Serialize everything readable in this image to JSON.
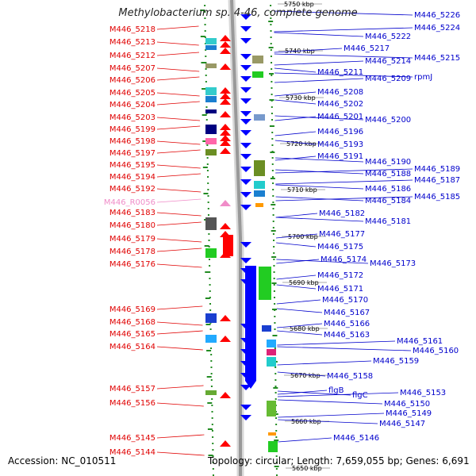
{
  "title": "Methylobacterium sp. 4-46, complete genome",
  "footer": {
    "accession": "Accession: NC_010511",
    "topology": "Topology: circular; Length: 7,659,055 bp; Genes: 6,691"
  },
  "colors": {
    "left_label": "#e00000",
    "left_rna_label": "#f08cc8",
    "right_label": "#0000cc",
    "left_gene": "#ff0000",
    "right_gene": "#0000ff",
    "backbone": "#999999",
    "tick": "#228b22"
  },
  "kbp_ticks": [
    "5750 kbp",
    "5740 kbp",
    "5730 kbp",
    "5720 kbp",
    "5710 kbp",
    "5700 kbp",
    "5690 kbp",
    "5680 kbp",
    "5670 kbp",
    "5660 kbp",
    "5650 kbp"
  ],
  "left_labels": [
    "M446_5218",
    "M446_5213",
    "M446_5212",
    "M446_5207",
    "M446_5206",
    "M446_5205",
    "M446_5204",
    "M446_5203",
    "M446_5199",
    "M446_5198",
    "M446_5197",
    "M446_5195",
    "M446_5194",
    "M446_5192",
    "M446_R0056",
    "M446_5183",
    "M446_5180",
    "M446_5179",
    "M446_5178",
    "M446_5176",
    "M446_5169",
    "M446_5168",
    "M446_5165",
    "M446_5164",
    "M446_5157",
    "M446_5156",
    "M446_5145",
    "M446_5144"
  ],
  "right_labels": [
    "M446_5226",
    "M446_5224",
    "M446_5222",
    "M446_5217",
    "M446_5215",
    "M446_5214",
    "M446_5211",
    "M446_5209",
    "rpmJ",
    "M446_5208",
    "M446_5202",
    "M446_5201",
    "M446_5200",
    "M446_5196",
    "M446_5193",
    "M446_5191",
    "M446_5190",
    "M446_5189",
    "M446_5188",
    "M446_5187",
    "M446_5186",
    "M446_5185",
    "M446_5184",
    "M446_5182",
    "M446_5181",
    "M446_5177",
    "M446_5175",
    "M446_5174",
    "M446_5173",
    "M446_5172",
    "M446_5171",
    "M446_5170",
    "M446_5167",
    "M446_5166",
    "M446_5163",
    "M446_5161",
    "M446_5160",
    "M446_5159",
    "M446_5158",
    "flgB",
    "flgC",
    "M446_5153",
    "M446_5150",
    "M446_5149",
    "M446_5147",
    "M446_5146"
  ]
}
